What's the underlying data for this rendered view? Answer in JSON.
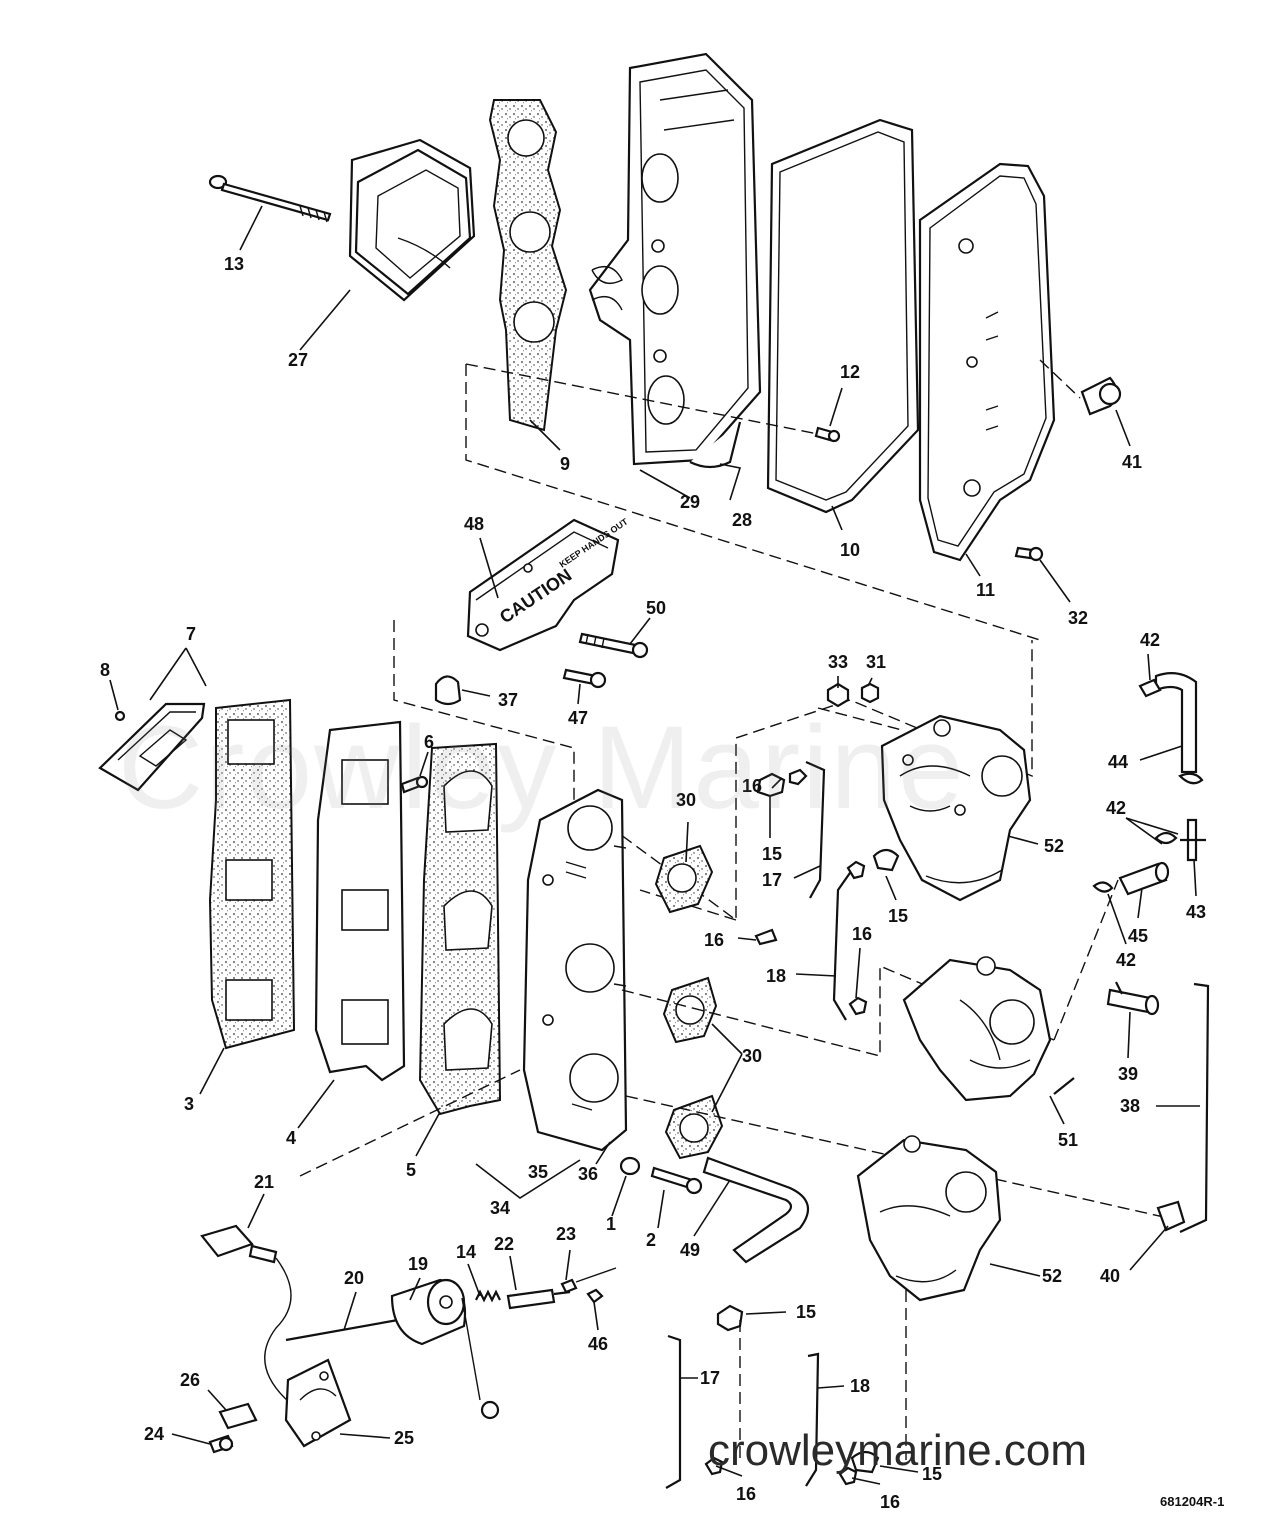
{
  "watermark_text": "Crowley Marine",
  "site_text": "crowleymarine.com",
  "reference_code": "681204R-1",
  "caution_main": "CAUTION",
  "caution_sub": "KEEP HANDS OUT",
  "callouts": [
    {
      "id": "13",
      "text": "13"
    },
    {
      "id": "27",
      "text": "27"
    },
    {
      "id": "9",
      "text": "9"
    },
    {
      "id": "29",
      "text": "29"
    },
    {
      "id": "28",
      "text": "28"
    },
    {
      "id": "12",
      "text": "12"
    },
    {
      "id": "10",
      "text": "10"
    },
    {
      "id": "11",
      "text": "11"
    },
    {
      "id": "41",
      "text": "41"
    },
    {
      "id": "32",
      "text": "32"
    },
    {
      "id": "48",
      "text": "48"
    },
    {
      "id": "50",
      "text": "50"
    },
    {
      "id": "47",
      "text": "47"
    },
    {
      "id": "37",
      "text": "37"
    },
    {
      "id": "7",
      "text": "7"
    },
    {
      "id": "8",
      "text": "8"
    },
    {
      "id": "6",
      "text": "6"
    },
    {
      "id": "33",
      "text": "33"
    },
    {
      "id": "31",
      "text": "31"
    },
    {
      "id": "42a",
      "text": "42"
    },
    {
      "id": "44",
      "text": "44"
    },
    {
      "id": "16a",
      "text": "16"
    },
    {
      "id": "30a",
      "text": "30"
    },
    {
      "id": "15a",
      "text": "15"
    },
    {
      "id": "17a",
      "text": "17"
    },
    {
      "id": "52a",
      "text": "52"
    },
    {
      "id": "42b",
      "text": "42"
    },
    {
      "id": "43",
      "text": "43"
    },
    {
      "id": "15b",
      "text": "15"
    },
    {
      "id": "16b",
      "text": "16"
    },
    {
      "id": "16c",
      "text": "16"
    },
    {
      "id": "45",
      "text": "45"
    },
    {
      "id": "42c",
      "text": "42"
    },
    {
      "id": "18a",
      "text": "18"
    },
    {
      "id": "30b",
      "text": "30"
    },
    {
      "id": "39",
      "text": "39"
    },
    {
      "id": "3",
      "text": "3"
    },
    {
      "id": "4",
      "text": "4"
    },
    {
      "id": "5",
      "text": "5"
    },
    {
      "id": "51",
      "text": "51"
    },
    {
      "id": "38",
      "text": "38"
    },
    {
      "id": "35",
      "text": "35"
    },
    {
      "id": "36",
      "text": "36"
    },
    {
      "id": "34",
      "text": "34"
    },
    {
      "id": "1",
      "text": "1"
    },
    {
      "id": "2",
      "text": "2"
    },
    {
      "id": "49",
      "text": "49"
    },
    {
      "id": "21",
      "text": "21"
    },
    {
      "id": "52b",
      "text": "52"
    },
    {
      "id": "40",
      "text": "40"
    },
    {
      "id": "20",
      "text": "20"
    },
    {
      "id": "19",
      "text": "19"
    },
    {
      "id": "14",
      "text": "14"
    },
    {
      "id": "22",
      "text": "22"
    },
    {
      "id": "23",
      "text": "23"
    },
    {
      "id": "46",
      "text": "46"
    },
    {
      "id": "15c",
      "text": "15"
    },
    {
      "id": "17b",
      "text": "17"
    },
    {
      "id": "18b",
      "text": "18"
    },
    {
      "id": "26",
      "text": "26"
    },
    {
      "id": "24",
      "text": "24"
    },
    {
      "id": "25",
      "text": "25"
    },
    {
      "id": "16d",
      "text": "16"
    },
    {
      "id": "15d",
      "text": "15"
    },
    {
      "id": "16e",
      "text": "16"
    }
  ]
}
